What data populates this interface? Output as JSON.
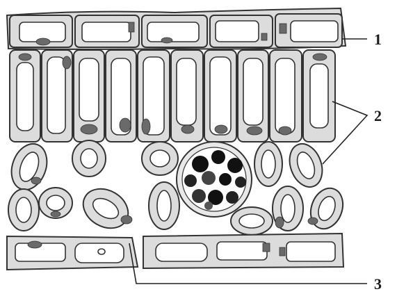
{
  "labels": {
    "one": "1",
    "two": "2",
    "three": "3"
  },
  "colors": {
    "cell_fill": "#dcdcdc",
    "outline": "#333333",
    "vacuole": "#ffffff",
    "nucleus": "#6a6a6a",
    "xylem": "#111111"
  }
}
